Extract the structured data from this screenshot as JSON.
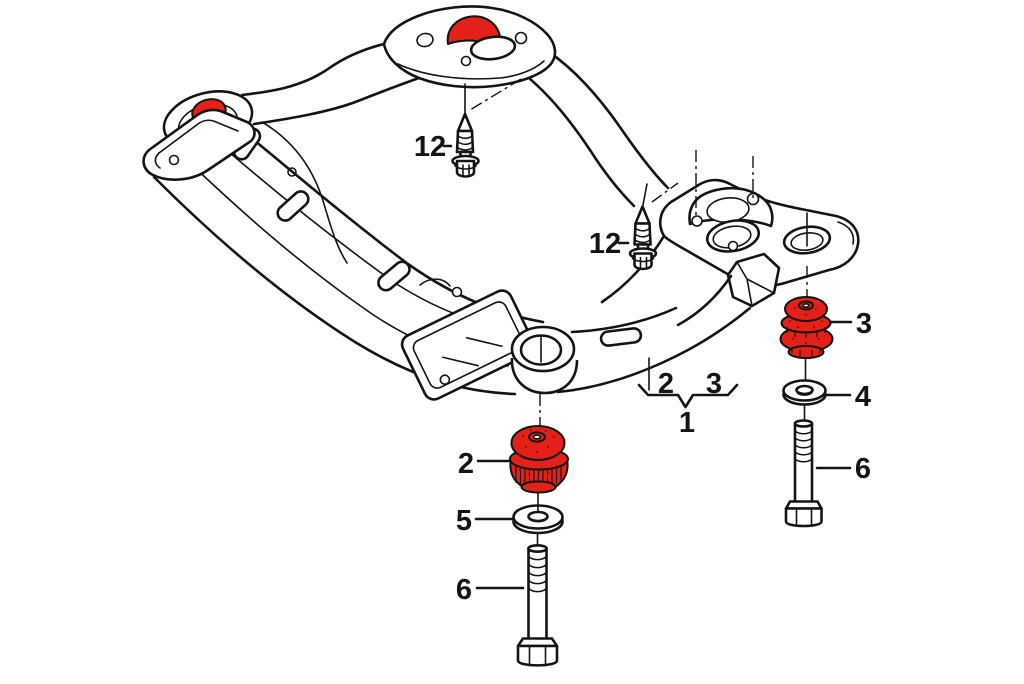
{
  "diagram": {
    "kind": "exploded-parts-diagram",
    "subject": "front-subframe-with-rubber-mounts",
    "colors": {
      "highlight": "#e32119",
      "line": "#141414",
      "background": "#ffffff",
      "stipple": "#8c1210"
    },
    "callouts": {
      "screw_upper": "12",
      "screw_lower": "12",
      "bushing_front": "2",
      "washer_front": "5",
      "bolt_front": "6",
      "bushing_rear": "3",
      "washer_rear": "4",
      "bolt_rear": "6",
      "group_front_ref": "2",
      "group_rear_ref": "3",
      "group_assembly": "1"
    }
  }
}
